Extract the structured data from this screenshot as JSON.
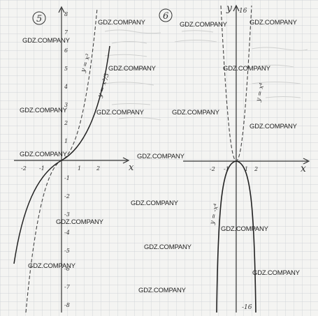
{
  "problems": [
    {
      "number": "5",
      "axis_x_label": "x",
      "axis_y_label": "",
      "x_ticks": [
        "-2",
        "-1",
        "1",
        "2"
      ],
      "y_ticks_pos": [
        "1",
        "2",
        "3",
        "4",
        "5",
        "6",
        "7",
        "8"
      ],
      "y_ticks_neg": [
        "-1",
        "-2",
        "-3",
        "-4",
        "-5",
        "-6",
        "-7",
        "-8"
      ],
      "curve_labels": [
        "y = x³",
        "y = x³/3"
      ]
    },
    {
      "number": "6",
      "axis_x_label": "x",
      "axis_y_label": "y",
      "x_ticks": [
        "-2",
        "-1",
        "1",
        "2"
      ],
      "y_ticks": [
        "16",
        "-16"
      ],
      "curve_labels": [
        "y = x⁴",
        "y = -x⁴"
      ]
    }
  ],
  "watermark": "GDZ.COMPANY"
}
